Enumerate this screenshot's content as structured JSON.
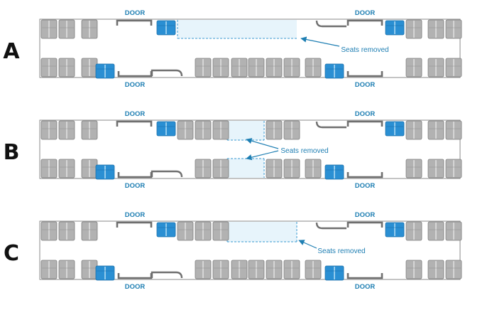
{
  "colors": {
    "seat": "#b2b2b2",
    "seat_edge": "#7d7d7d",
    "priority_seat": "#2a8fd3",
    "removed_fill": "#e7f4fb",
    "removed_border": "#3a9ad0",
    "accent_text": "#1f7fb3",
    "car_outline": "#8a8a8a",
    "door_rail": "#6f6f6f"
  },
  "icons": {
    "seat": "seat-icon",
    "priority_seat": "priority-seat-icon",
    "door": "door-icon",
    "arrow": "arrow-icon"
  },
  "door_label": "DOOR",
  "removed_label": "Seats removed",
  "layouts": [
    {
      "letter": "A",
      "removed": "top-center"
    },
    {
      "letter": "B",
      "removed": "top-and-bottom-left-of-center"
    },
    {
      "letter": "C",
      "removed": "top-left-of-center"
    }
  ]
}
